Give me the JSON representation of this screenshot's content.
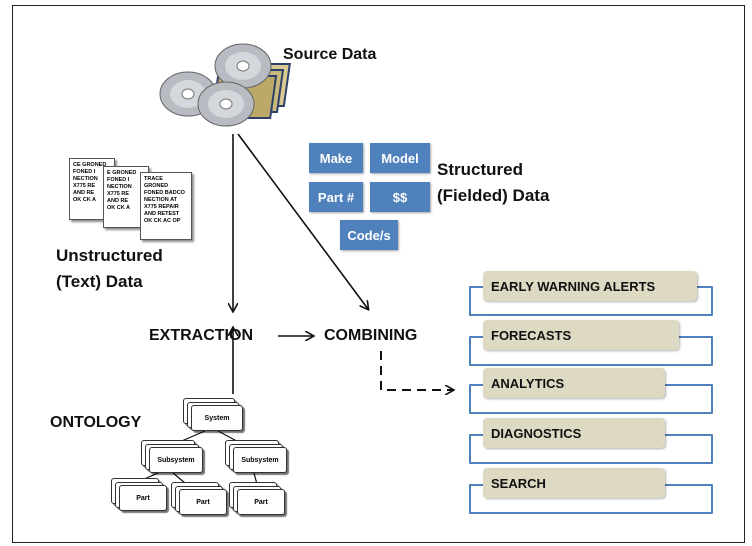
{
  "source_label": "Source Data",
  "structured": {
    "label_line1": "Structured",
    "label_line2": "(Fielded) Data",
    "fields": [
      "Make",
      "Model",
      "Part #",
      "$$",
      "Code/s"
    ]
  },
  "unstructured": {
    "label_line1": "Unstructured",
    "label_line2": "(Text) Data",
    "doc1_text": "CE GRONED\nFONED I\nNECTION\nX775 RE\nAND RE\nOK CK A",
    "doc2_text": "E GRONED\nFONED I\nNECTION\nX775 RE\nAND RE\nOK CK A",
    "doc3_text": "TRACE\nGRONED\nFONED BADCO\nNECTION AT\nX775 REPAIR\nAND RETEST\nOK CK AC OP"
  },
  "process": {
    "extraction": "EXTRACTION",
    "combining": "COMBINING"
  },
  "ontology": {
    "label": "ONTOLOGY",
    "root": "System",
    "subsystem": "Subsystem",
    "part": "Part"
  },
  "outputs": [
    "EARLY WARNING ALERTS",
    "FORECASTS",
    "ANALYTICS",
    "DIAGNOSTICS",
    "SEARCH"
  ],
  "colors": {
    "field_blue": "#4f81bd",
    "output_tan": "#ddd9c3",
    "bracket_blue": "#4f81bd"
  }
}
